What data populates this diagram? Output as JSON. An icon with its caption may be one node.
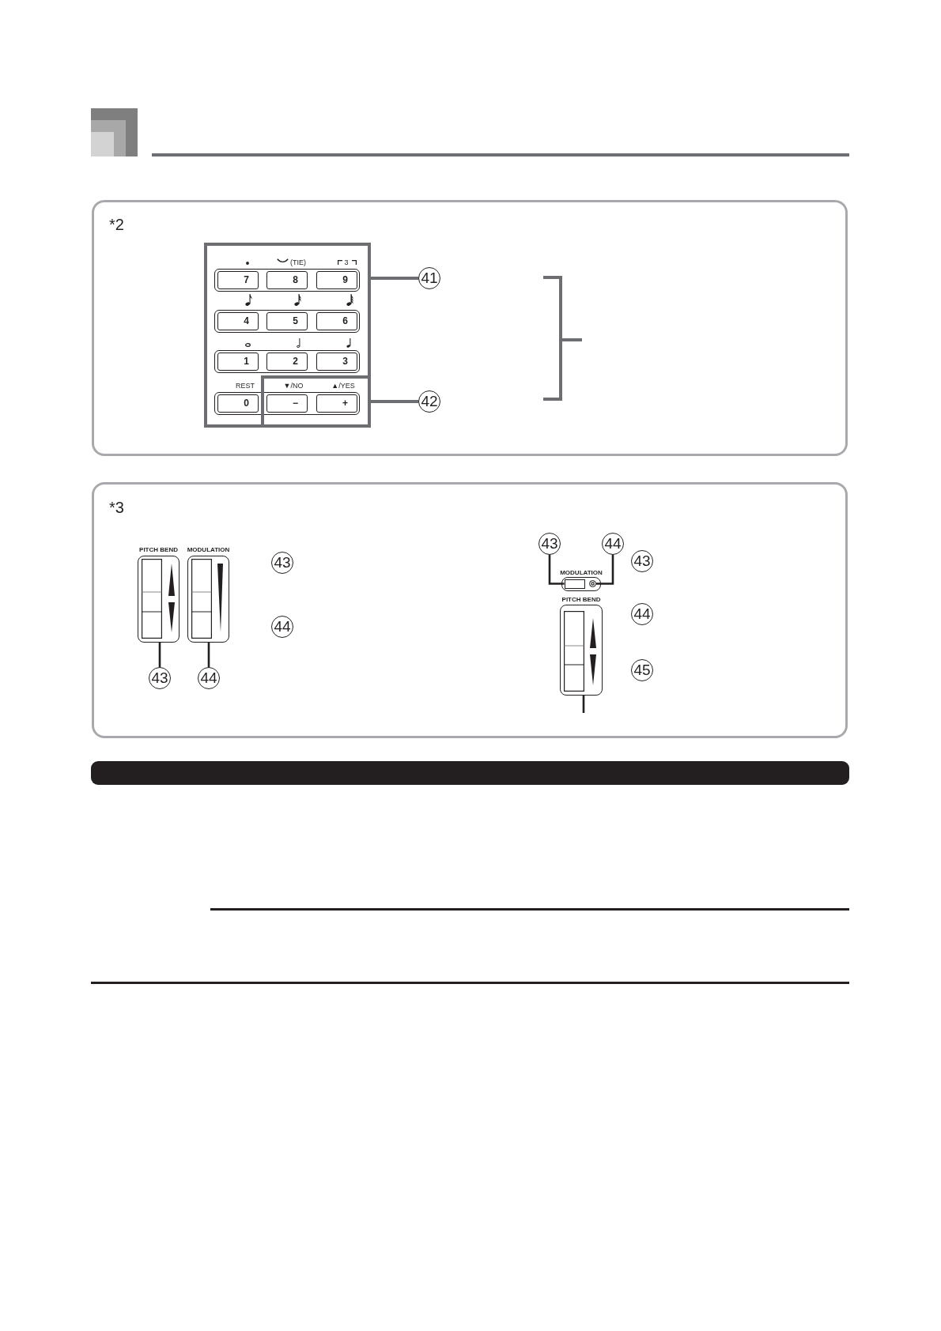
{
  "diagram": {
    "nodes": [
      {
        "text": [
          "*2"
        ]
      },
      {
        "text": [],
        "shape": "box",
        "in": 0
      },
      {
        "text": [
          "7"
        ],
        "in": 1
      },
      {
        "text": [
          "8"
        ],
        "in": 1,
        "beside": [
          "(TIE)"
        ]
      },
      {
        "text": [
          "9"
        ],
        "in": 1,
        "beside": [
          "3"
        ]
      },
      {
        "text": [
          "41"
        ],
        "in": 0
      },
      {
        "text": [
          "4"
        ],
        "in": 1
      },
      {
        "text": [
          "5"
        ],
        "in": 1
      },
      {
        "text": [
          "6"
        ],
        "in": 1
      },
      {
        "text": [
          "1"
        ],
        "in": 1
      },
      {
        "text": [
          "2"
        ],
        "in": 1
      },
      {
        "text": [
          "3"
        ],
        "in": 1
      },
      {
        "text": [
          "0"
        ],
        "in": 1,
        "beside": [
          "REST"
        ]
      },
      {
        "text": [],
        "shape": "box",
        "in": 1
      },
      {
        "text": [
          "−"
        ],
        "in": 13,
        "beside": [
          "▼/NO"
        ]
      },
      {
        "text": [
          "+"
        ],
        "in": 13,
        "beside": [
          "▲/YES"
        ]
      },
      {
        "text": [
          "42"
        ],
        "in": 0
      },
      {
        "text": [
          "*3"
        ]
      },
      {
        "text": [
          "PITCH BEND"
        ],
        "in": 17
      },
      {
        "text": [
          "MODULATION"
        ],
        "in": 17
      },
      {
        "text": [
          "43"
        ],
        "in": 17
      },
      {
        "text": [
          "44"
        ],
        "in": 17
      },
      {
        "text": [
          "43"
        ],
        "in": 17
      },
      {
        "text": [
          "44"
        ],
        "in": 17
      },
      {
        "text": [
          "MODULATION"
        ],
        "in": 17
      },
      {
        "text": [],
        "shape": "box",
        "in": 24
      },
      {
        "text": [],
        "shape": "circle",
        "in": 24
      },
      {
        "text": [
          "PITCH BEND"
        ],
        "in": 17
      },
      {
        "text": [
          "43"
        ],
        "in": 17
      },
      {
        "text": [
          "44"
        ],
        "in": 17
      },
      {
        "text": [
          "43"
        ],
        "in": 17
      },
      {
        "text": [
          "44"
        ],
        "in": 17
      },
      {
        "text": [
          "45"
        ],
        "in": 17
      },
      {
        "text": [],
        "shape": "bar"
      }
    ],
    "edges": [
      {
        "from": 5,
        "to": 1,
        "arrow": "none",
        "color": "#6d6e71"
      },
      {
        "from": 16,
        "to": 13,
        "arrow": "none",
        "color": "#6d6e71"
      },
      {
        "from": 20,
        "to": 18,
        "arrow": "none"
      },
      {
        "from": 21,
        "to": 19,
        "arrow": "none"
      },
      {
        "from": 22,
        "to": 25,
        "arrow": "none"
      },
      {
        "from": 23,
        "to": 26,
        "arrow": "none"
      },
      {
        "from": 27,
        "to": null,
        "arrow": "none"
      }
    ]
  }
}
